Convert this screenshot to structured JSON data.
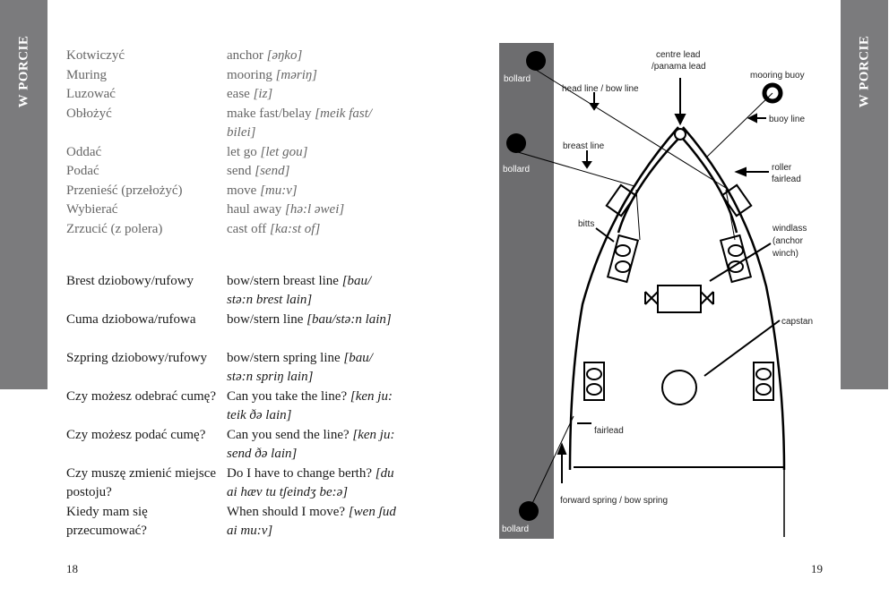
{
  "section_tab": "W PORCIE",
  "terms": [
    {
      "pl": "Kotwiczyć",
      "en": "anchor",
      "ipa": "[əŋko]"
    },
    {
      "pl": "Muring",
      "en": "mooring",
      "ipa": "[məriŋ]"
    },
    {
      "pl": "Luzować",
      "en": "ease",
      "ipa": "[iz]"
    },
    {
      "pl": "Obłożyć",
      "en": "make fast/belay",
      "ipa": "[meik fast/ bilei]"
    },
    {
      "pl": "Oddać",
      "en": "let go",
      "ipa": "[let gou]"
    },
    {
      "pl": "Podać",
      "en": "send",
      "ipa": "[send]"
    },
    {
      "pl": "Przenieść (przełożyć)",
      "en": "move",
      "ipa": "[mu:v]"
    },
    {
      "pl": "Wybierać",
      "en": "haul away",
      "ipa": "[hə:l əwei]"
    },
    {
      "pl": "Zrzucić (z polera)",
      "en": "cast off",
      "ipa": "[ka:st of]"
    }
  ],
  "phrases": [
    {
      "pl": "Brest dziobowy/rufowy",
      "en": "bow/stern breast line",
      "ipa": "[bau/ stə:n brest lain]"
    },
    {
      "pl": "Cuma dziobowa/rufowa",
      "en": "bow/stern line",
      "ipa": "[bau/stə:n lain]"
    },
    {
      "pl": "Szpring dziobowy/rufowy",
      "en": "bow/stern spring line",
      "ipa": "[bau/ stə:n spriŋ lain]"
    },
    {
      "pl": "Czy możesz odebrać cumę?",
      "en": "Can you take the line?",
      "ipa": "[ken ju: teik ðə lain]"
    },
    {
      "pl": "Czy możesz podać cumę?",
      "en": "Can you send the line?",
      "ipa": "[ken ju: send ðə lain]"
    },
    {
      "pl": "Czy muszę zmienić miejsce postoju?",
      "en": "Do I have to change berth?",
      "ipa": "[du ai hæv tu tʃeindʒ be:ə]"
    },
    {
      "pl": "Kiedy mam się przecumować?",
      "en": "When should I move?",
      "ipa": "[wen ʃud ai mu:v]"
    }
  ],
  "diagram": {
    "bollard_1": "bollard",
    "bollard_2": "bollard",
    "bollard_3": "bollard",
    "centre_lead_1": "centre lead",
    "centre_lead_2": "/panama lead",
    "mooring_buoy": "mooring buoy",
    "head_line": "head line / bow line",
    "buoy_line": "buoy line",
    "breast_line": "breast line",
    "roller_fairlead_1": "roller",
    "roller_fairlead_2": "fairlead",
    "bitts": "bitts",
    "windlass_1": "windlass",
    "windlass_2": "(anchor",
    "windlass_3": "winch)",
    "capstan": "capstan",
    "fairlead": "fairlead",
    "forward_spring": "forward spring / bow spring"
  },
  "page_left": "18",
  "page_right": "19"
}
